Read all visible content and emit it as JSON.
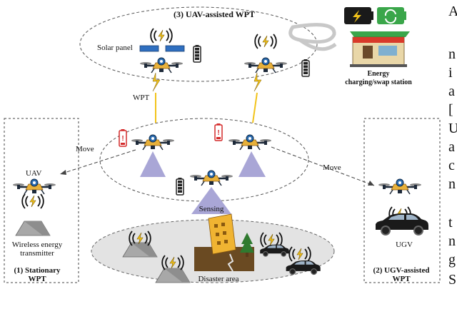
{
  "labels": {
    "uav_wpt_title": "(3) UAV-assisted WPT",
    "solar_panel": "Solar panel",
    "energy_station_line1": "Energy",
    "energy_station_line2": "charging/swap station",
    "wpt": "WPT",
    "move_left": "Move",
    "move_right": "Move",
    "uav": "UAV",
    "wireless_line1": "Wireless energy",
    "wireless_line2": "transmitter",
    "stationary_line1": "(1) Stationary",
    "stationary_line2": "WPT",
    "sensing": "Sensing",
    "disaster_area": "Disaster area",
    "ugv": "UGV",
    "ugv_wpt_line1": "(2) UGV-assisted",
    "ugv_wpt_line2": "WPT"
  },
  "right_edge_letters": [
    "A",
    "n",
    "i",
    "a",
    "[",
    "U",
    "a",
    "c",
    "n",
    "t",
    "n",
    "g",
    "S"
  ],
  "colors": {
    "drone_body": "#e8b13a",
    "drone_dark": "#1e2a3a",
    "bolt": "#f2c31a",
    "battery_low": "#d42a2a",
    "battery_full": "#222222",
    "green": "#3aa64a",
    "sensing_cone": "#a9a6d6",
    "disaster_ground": "#e3e3e3"
  }
}
